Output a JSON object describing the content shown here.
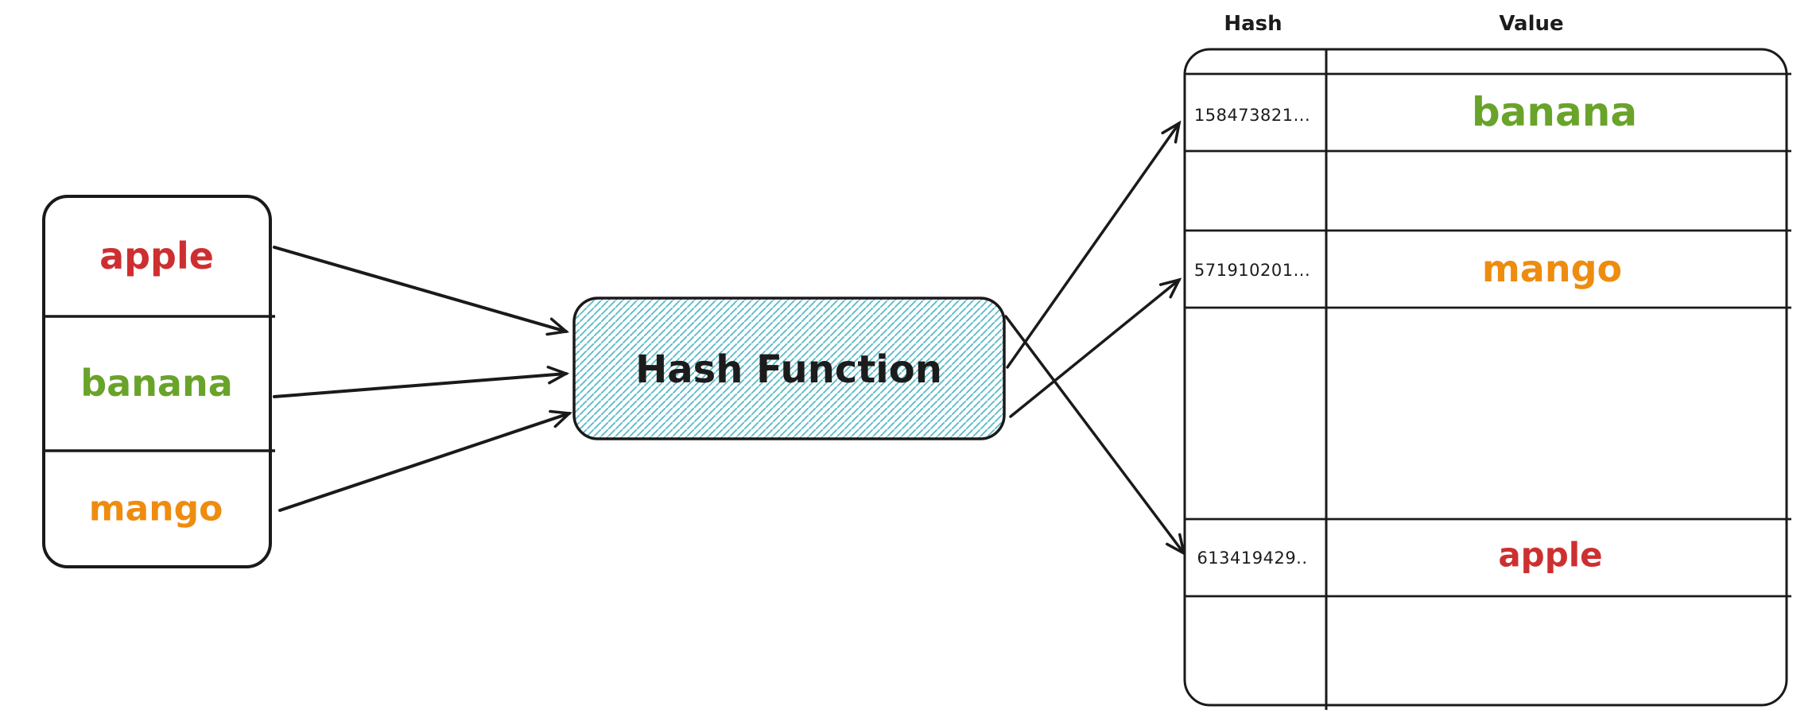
{
  "colors": {
    "stroke": "#1a1a1a",
    "teal_hatch": "#58bac7",
    "red": "#cd2f31",
    "green": "#69a32a",
    "orange": "#ee8c10"
  },
  "input_list": {
    "items": [
      {
        "label": "apple",
        "color": "#cd2f31"
      },
      {
        "label": "banana",
        "color": "#69a32a"
      },
      {
        "label": "mango",
        "color": "#ee8c10"
      }
    ]
  },
  "hash_function": {
    "label": "Hash Function"
  },
  "hash_table": {
    "column_headers": [
      "Hash",
      "Value"
    ],
    "rows": [
      {
        "hash": "",
        "value": ""
      },
      {
        "hash": "158473821...",
        "value": "banana",
        "value_color": "#69a32a"
      },
      {
        "hash": "",
        "value": ""
      },
      {
        "hash": "571910201...",
        "value": "mango",
        "value_color": "#ee8c10"
      },
      {
        "hash": "",
        "value": ""
      },
      {
        "hash": "613419429..",
        "value": "apple",
        "value_color": "#cd2f31"
      },
      {
        "hash": "",
        "value": ""
      }
    ]
  },
  "mappings": [
    {
      "input": "banana",
      "hash": "158473821..."
    },
    {
      "input": "mango",
      "hash": "571910201..."
    },
    {
      "input": "apple",
      "hash": "613419429.."
    }
  ]
}
